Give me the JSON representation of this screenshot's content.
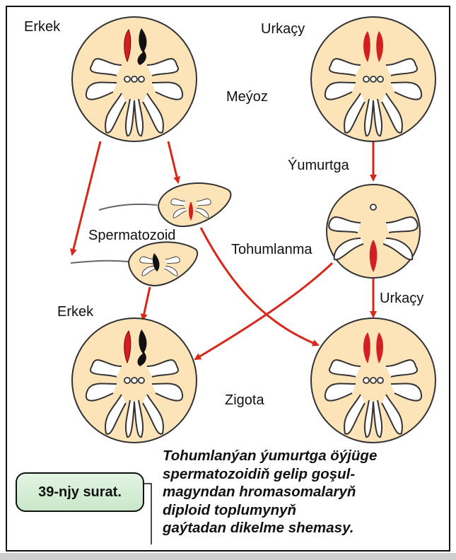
{
  "labels": {
    "erkek_top": "Erkek",
    "urkacy_top": "Urkaçy",
    "meyoz": "Meýoz",
    "yumurtga": "Ýumurtga",
    "spermatozoid": "Spermatozoid",
    "tohumlanma": "Tohumlanma",
    "erkek_bottom": "Erkek",
    "urkacy_bottom": "Urkaçy",
    "zigota": "Zigota"
  },
  "caption": {
    "badge": "39-njy surat.",
    "lines": [
      "Tohumlanýan ýumurtga öýjüge",
      "spermatozoidiň gelip goşul-",
      "magyndan hromasomalaryň",
      "diploid toplumynyň",
      "gaýtadan dikelme shemasy."
    ]
  },
  "colors": {
    "cell_fill": "#fde3b8",
    "cell_stroke": "#3a3a3a",
    "chromosome_red": "#d21f1f",
    "chromosome_black": "#111111",
    "arrow_red": "#d8281c",
    "badge_green": "#c7e7c8"
  }
}
